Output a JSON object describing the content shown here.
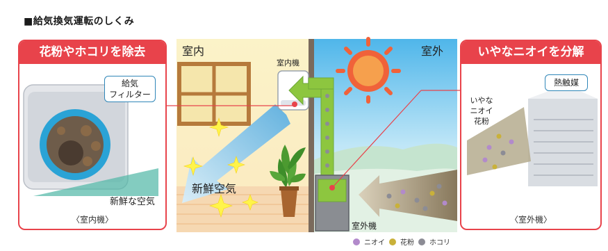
{
  "title": "■給気換気運転のしくみ",
  "left_panel": {
    "heading": "花粉やホコリを除去",
    "callout": [
      "給気",
      "フィルター"
    ],
    "air_label": "新鮮な空気",
    "caption": "〈室内機〉"
  },
  "right_panel": {
    "heading": "いやなニオイを分解",
    "callout": "熱触媒",
    "particles_label": [
      "いやな",
      "ニオイ",
      "花粉"
    ],
    "caption": "〈室外機〉"
  },
  "center": {
    "indoor_label": "室内",
    "outdoor_label": "室外",
    "indoor_unit_label": "室内機",
    "outdoor_unit_label": "室外機",
    "fresh_air_label": "新鮮空気"
  },
  "legend": [
    {
      "icon": "odor-icon",
      "label": "ニオイ",
      "color": "#b28acb"
    },
    {
      "icon": "pollen-icon",
      "label": "花粉",
      "color": "#c9b13a"
    },
    {
      "icon": "dust-icon",
      "label": "ホコリ",
      "color": "#8c8c95"
    }
  ],
  "colors": {
    "accent": "#e8434b",
    "callout_border": "#2f86b8",
    "duct": "#8dc63f"
  }
}
